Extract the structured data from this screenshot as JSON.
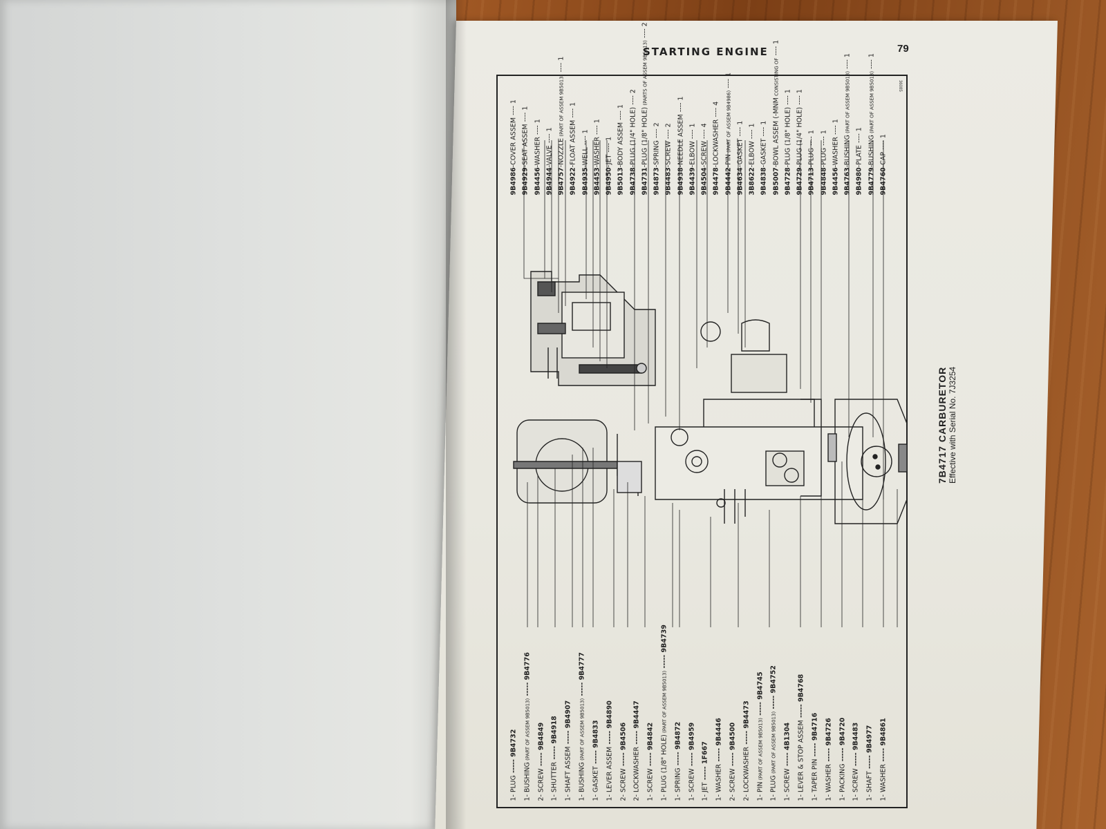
{
  "page": {
    "header_title": "STARTING ENGINE",
    "page_number": "79",
    "figure_id": "36085"
  },
  "caption": {
    "title": "7B4717  CARBURETOR",
    "subtitle": "Effective with Serial No. 7J3254"
  },
  "top_labels": [
    {
      "part": "9B4986",
      "name": "COVER ASSEM",
      "qty": "1"
    },
    {
      "part": "9B4929",
      "name": "SEAT ASSEM",
      "qty": "1"
    },
    {
      "part": "9B4456",
      "name": "WASHER",
      "qty": "1"
    },
    {
      "part": "9B4944",
      "name": "VALVE",
      "qty": "1"
    },
    {
      "part": "9B4757",
      "name": "NOZZLE",
      "sub": "(PART OF ASSEM 9B5013)",
      "qty": "1"
    },
    {
      "part": "9B4922",
      "name": "FLOAT ASSEM",
      "qty": "1"
    },
    {
      "part": "9B4935",
      "name": "WELL",
      "qty": "1"
    },
    {
      "part": "9B4453",
      "name": "WASHER",
      "qty": "1"
    },
    {
      "part": "9B4950",
      "name": "JET",
      "qty": "1"
    },
    {
      "part": "9B5013",
      "name": "BODY ASSEM",
      "qty": "1"
    },
    {
      "part": "9B4738",
      "name": "PLUG (1/4\" HOLE)",
      "qty": "2"
    },
    {
      "part": "9B4731",
      "name": "PLUG (1/8\" HOLE)",
      "sub": "(PARTS OF ASSEM 9B5013)",
      "qty": "2"
    },
    {
      "part": "9B4873",
      "name": "SPRING",
      "qty": "2"
    },
    {
      "part": "9B4483",
      "name": "SCREW",
      "qty": "2"
    },
    {
      "part": "9B4938",
      "name": "NEEDLE ASSEM",
      "qty": "1"
    },
    {
      "part": "9B4439",
      "name": "ELBOW",
      "qty": "1"
    },
    {
      "part": "9B4504",
      "name": "SCREW",
      "qty": "4"
    },
    {
      "part": "9B4478",
      "name": "LOCKWASHER",
      "qty": "4"
    },
    {
      "part": "9B4442",
      "name": "PIN",
      "sub": "(PART OF ASSEM 9B4986)",
      "qty": "1"
    },
    {
      "part": "9B4634",
      "name": "GASKET",
      "qty": "1"
    },
    {
      "part": "3B8622",
      "name": "ELBOW",
      "qty": "1"
    },
    {
      "part": "9B4838",
      "name": "GASKET",
      "qty": "1"
    },
    {
      "part": "9B5007",
      "name": "BOWL ASSEM (-MNM",
      "sub": "CONSISTING OF",
      "qty": "1"
    },
    {
      "part": "9B4728",
      "name": "PLUG (1/8\" HOLE)",
      "qty": "1"
    },
    {
      "part": "9B4729",
      "name": "PLUG (1/4\" HOLE)",
      "qty": "1"
    },
    {
      "part": "9B4713",
      "name": "PLUG",
      "qty": "1"
    },
    {
      "part": "9B4848",
      "name": "PLUG",
      "qty": "1"
    },
    {
      "part": "9B4456",
      "name": "WASHER",
      "qty": "1"
    },
    {
      "part": "9B4763",
      "name": "BUSHING",
      "sub": "(PART OF ASSEM 9B5013)",
      "qty": "1"
    },
    {
      "part": "9B4980",
      "name": "PLATE",
      "qty": "1"
    },
    {
      "part": "9B4779",
      "name": "BUSHING",
      "sub": "(PART OF ASSEM 9B5013)",
      "qty": "1"
    },
    {
      "part": "9B4760",
      "name": "CAP",
      "qty": "1"
    }
  ],
  "bottom_labels": [
    {
      "qty": "1-",
      "name": "PLUG",
      "part": "9B4732"
    },
    {
      "qty": "1-",
      "name": "BUSHING",
      "sub": "(PART OF ASSEM 9B5013)",
      "part": "9B4776"
    },
    {
      "qty": "2-",
      "name": "SCREW",
      "part": "9B4849"
    },
    {
      "qty": "1-",
      "name": "SHUTTER",
      "part": "9B4918"
    },
    {
      "qty": "1-",
      "name": "SHAFT ASSEM",
      "part": "9B4907"
    },
    {
      "qty": "1-",
      "name": "BUSHING",
      "sub": "(PART OF ASSEM 9B5013)",
      "part": "9B4777"
    },
    {
      "qty": "1-",
      "name": "GASKET",
      "part": "9B4833"
    },
    {
      "qty": "1-",
      "name": "LEVER ASSEM",
      "part": "9B4890"
    },
    {
      "qty": "2-",
      "name": "SCREW",
      "part": "9B4506"
    },
    {
      "qty": "2-",
      "name": "LOCKWASHER",
      "part": "9B4447"
    },
    {
      "qty": "1-",
      "name": "SCREW",
      "part": "9B4842"
    },
    {
      "qty": "1-",
      "name": "PLUG (1/8\" HOLE)",
      "sub": "(PART OF ASSEM 9B5013)",
      "part": "9B4739"
    },
    {
      "qty": "1-",
      "name": "SPRING",
      "part": "9B4872"
    },
    {
      "qty": "1-",
      "name": "SCREW",
      "part": "9B4959"
    },
    {
      "qty": "1-",
      "name": "JET",
      "part": "1F667"
    },
    {
      "qty": "1-",
      "name": "WASHER",
      "part": "9B4446"
    },
    {
      "qty": "2-",
      "name": "SCREW",
      "part": "9B4500"
    },
    {
      "qty": "2-",
      "name": "LOCKWASHER",
      "part": "9B4473"
    },
    {
      "qty": "1-",
      "name": "PIN",
      "sub": "(PART OF ASSEM 9B5013)",
      "part": "9B4745"
    },
    {
      "qty": "1-",
      "name": "PLUG",
      "sub": "(PART OF ASSEM 9B5013)",
      "part": "9B4752"
    },
    {
      "qty": "1-",
      "name": "SCREW",
      "part": "4B1304"
    },
    {
      "qty": "1-",
      "name": "LEVER & STOP ASSEM",
      "part": "9B4768"
    },
    {
      "qty": "1-",
      "name": "TAPER PIN",
      "part": "9B4716"
    },
    {
      "qty": "1-",
      "name": "WASHER",
      "part": "9B4726"
    },
    {
      "qty": "1-",
      "name": "PACKING",
      "part": "9B4720"
    },
    {
      "qty": "1-",
      "name": "SCREW",
      "part": "9B4483"
    },
    {
      "qty": "1-",
      "name": "SHAFT",
      "part": "9B4977"
    },
    {
      "qty": "1-",
      "name": "WASHER",
      "part": "9B4861"
    }
  ]
}
